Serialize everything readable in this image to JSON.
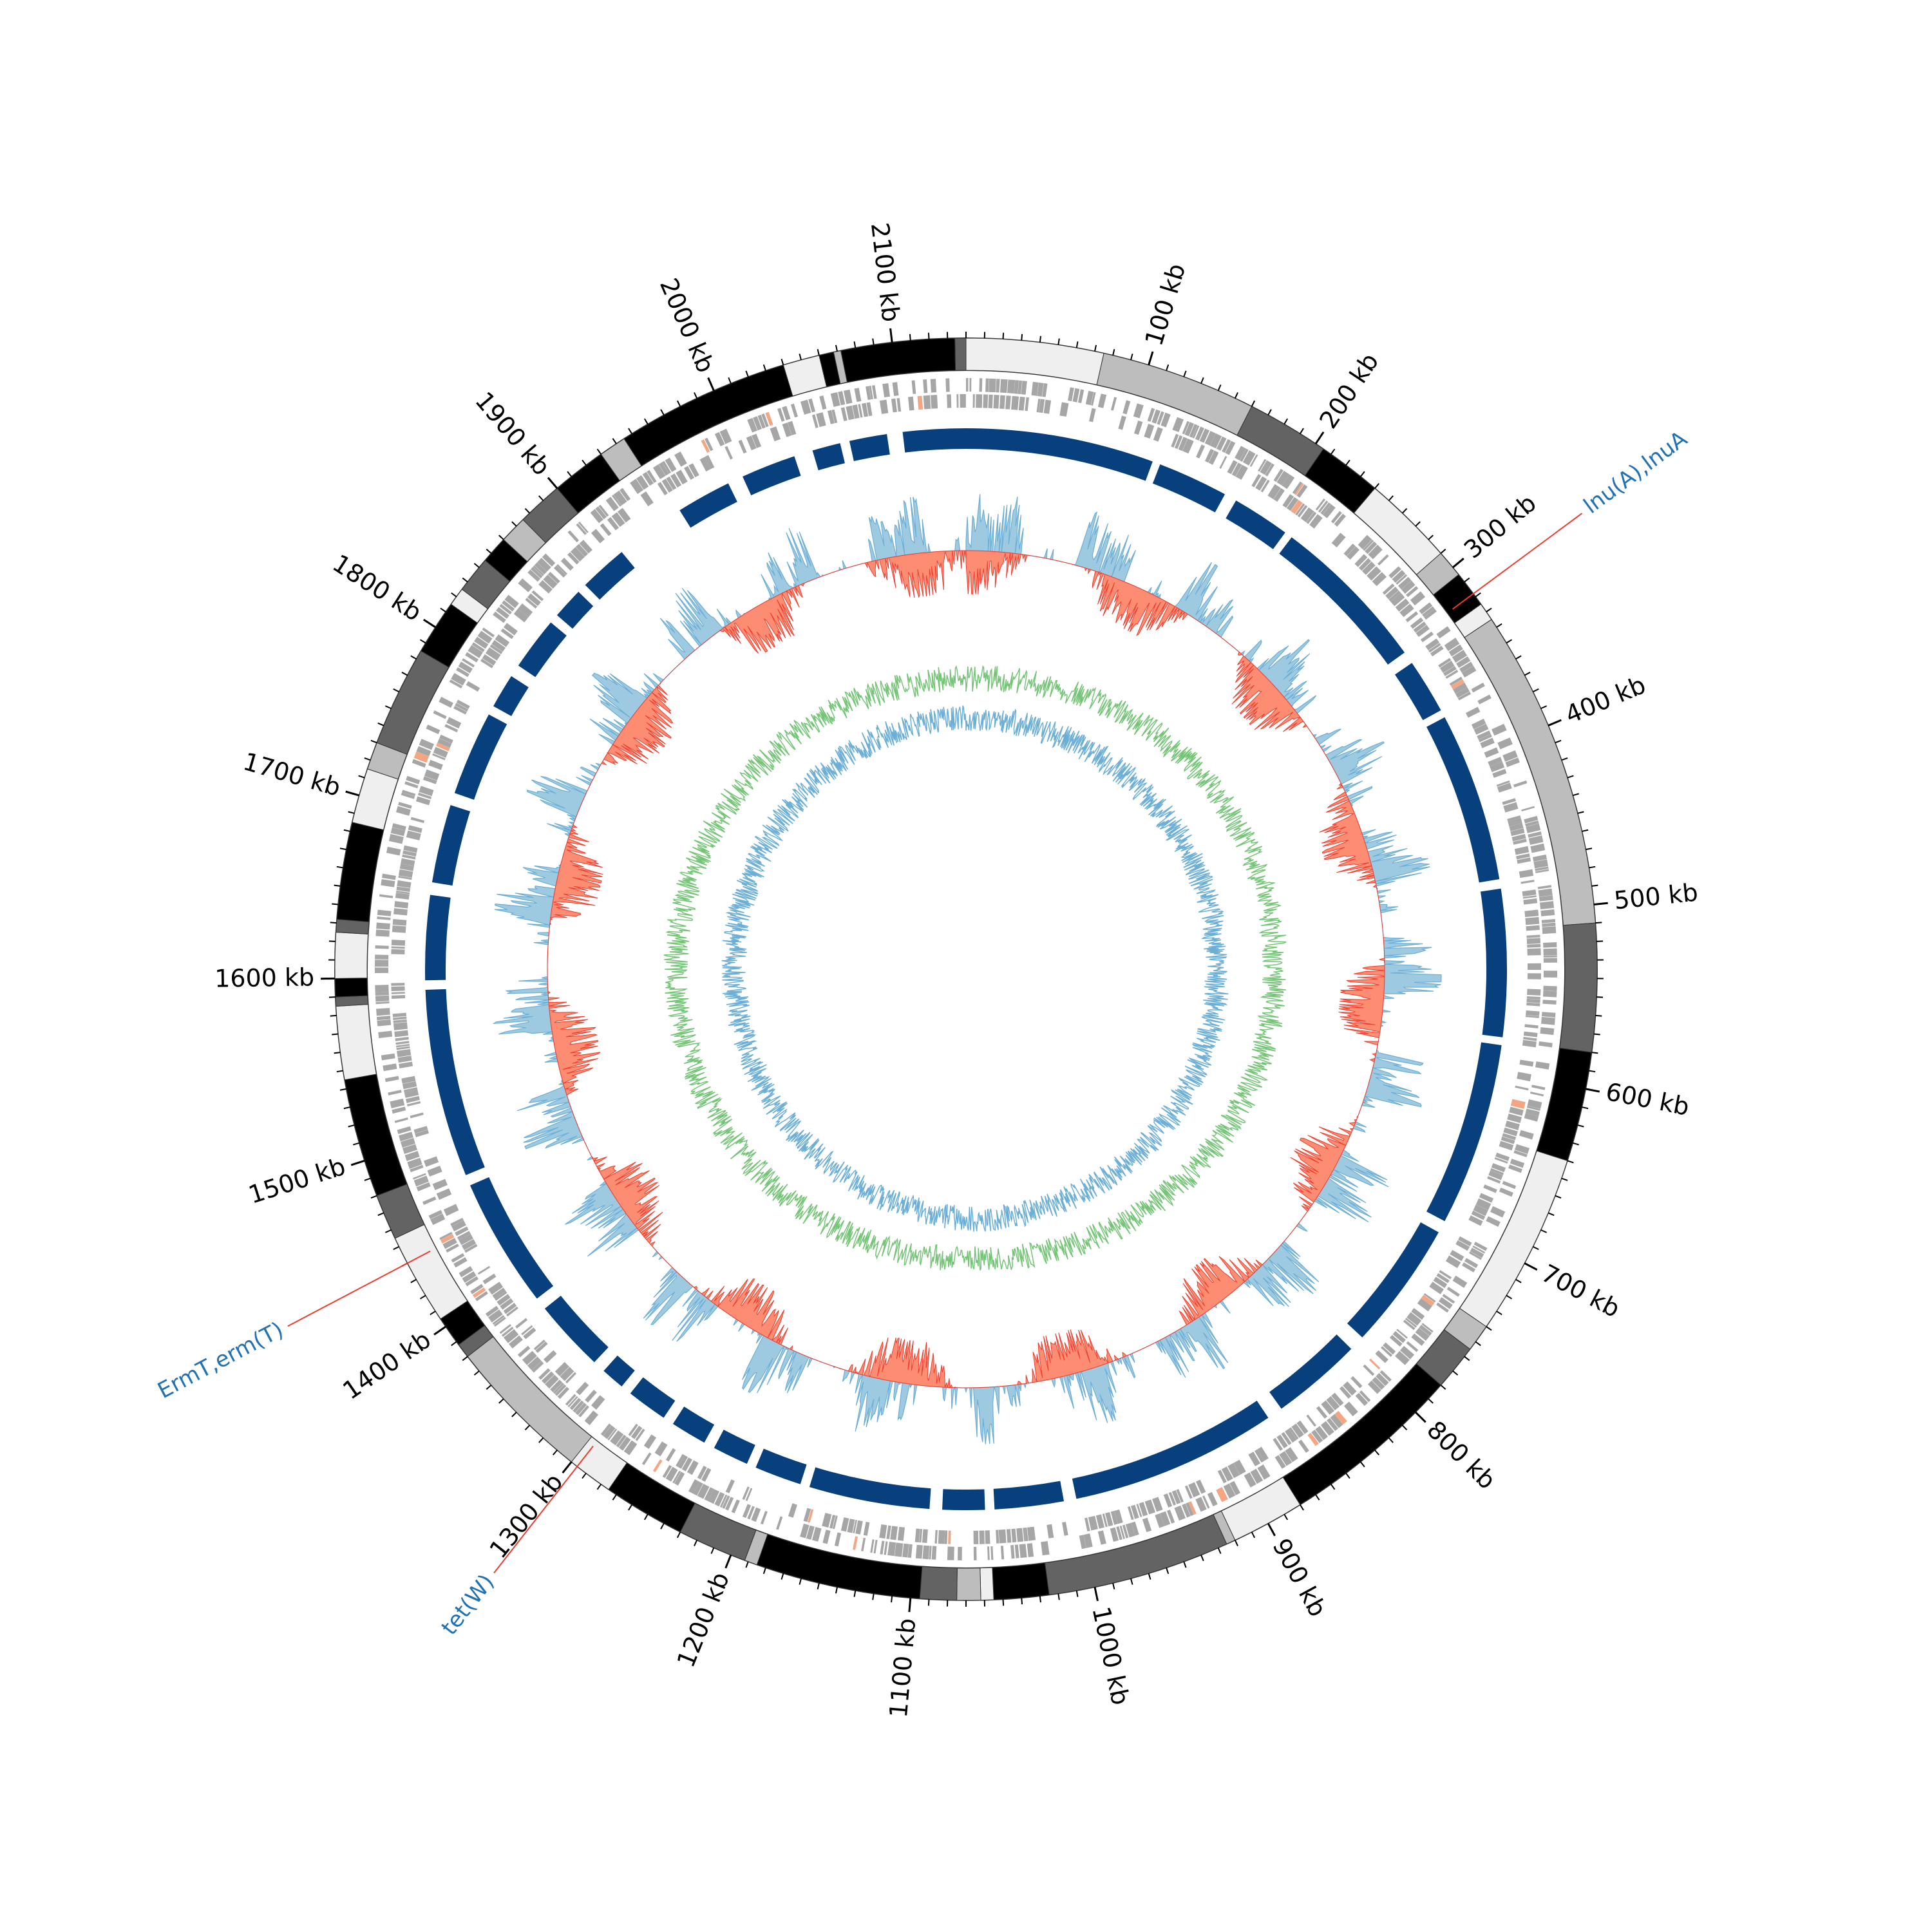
{
  "chart_data": {
    "type": "circular-genome-map",
    "genome_length_kb": 2140,
    "tick_labels": [
      {
        "kb": 100,
        "label": "100 kb"
      },
      {
        "kb": 200,
        "label": "200 kb"
      },
      {
        "kb": 300,
        "label": "300 kb"
      },
      {
        "kb": 400,
        "label": "400 kb"
      },
      {
        "kb": 500,
        "label": "500 kb"
      },
      {
        "kb": 600,
        "label": "600 kb"
      },
      {
        "kb": 700,
        "label": "700 kb"
      },
      {
        "kb": 800,
        "label": "800 kb"
      },
      {
        "kb": 900,
        "label": "900 kb"
      },
      {
        "kb": 1000,
        "label": "1000 kb"
      },
      {
        "kb": 1100,
        "label": "1100 kb"
      },
      {
        "kb": 1200,
        "label": "1200 kb"
      },
      {
        "kb": 1300,
        "label": "1300 kb"
      },
      {
        "kb": 1400,
        "label": "1400 kb"
      },
      {
        "kb": 1500,
        "label": "1500 kb"
      },
      {
        "kb": 1600,
        "label": "1600 kb"
      },
      {
        "kb": 1700,
        "label": "1700 kb"
      },
      {
        "kb": 1800,
        "label": "1800 kb"
      },
      {
        "kb": 1900,
        "label": "1900 kb"
      },
      {
        "kb": 2000,
        "label": "2000 kb"
      },
      {
        "kb": 2100,
        "label": "2100 kb"
      }
    ],
    "minor_tick_step_kb": 10,
    "contigs": [
      {
        "start": 0,
        "end": 75,
        "shade": "#efefef"
      },
      {
        "start": 75,
        "end": 160,
        "shade": "#bdbdbd"
      },
      {
        "start": 160,
        "end": 205,
        "shade": "#636363"
      },
      {
        "start": 205,
        "end": 240,
        "shade": "#000000"
      },
      {
        "start": 240,
        "end": 290,
        "shade": "#efefef"
      },
      {
        "start": 290,
        "end": 305,
        "shade": "#bdbdbd"
      },
      {
        "start": 305,
        "end": 325,
        "shade": "#000000"
      },
      {
        "start": 325,
        "end": 335,
        "shade": "#efefef"
      },
      {
        "start": 335,
        "end": 510,
        "shade": "#bdbdbd"
      },
      {
        "start": 510,
        "end": 580,
        "shade": "#636363"
      },
      {
        "start": 580,
        "end": 640,
        "shade": "#000000"
      },
      {
        "start": 640,
        "end": 740,
        "shade": "#efefef"
      },
      {
        "start": 740,
        "end": 755,
        "shade": "#bdbdbd"
      },
      {
        "start": 755,
        "end": 780,
        "shade": "#636363"
      },
      {
        "start": 780,
        "end": 880,
        "shade": "#000000"
      },
      {
        "start": 880,
        "end": 920,
        "shade": "#efefef"
      },
      {
        "start": 920,
        "end": 925,
        "shade": "#bdbdbd"
      },
      {
        "start": 925,
        "end": 1025,
        "shade": "#636363"
      },
      {
        "start": 1025,
        "end": 1055,
        "shade": "#000000"
      },
      {
        "start": 1055,
        "end": 1062,
        "shade": "#efefef"
      },
      {
        "start": 1062,
        "end": 1075,
        "shade": "#bdbdbd"
      },
      {
        "start": 1075,
        "end": 1095,
        "shade": "#636363"
      },
      {
        "start": 1095,
        "end": 1185,
        "shade": "#000000"
      },
      {
        "start": 1185,
        "end": 1192,
        "shade": "#bdbdbd"
      },
      {
        "start": 1192,
        "end": 1230,
        "shade": "#636363"
      },
      {
        "start": 1230,
        "end": 1275,
        "shade": "#000000"
      },
      {
        "start": 1275,
        "end": 1300,
        "shade": "#efefef"
      },
      {
        "start": 1300,
        "end": 1380,
        "shade": "#bdbdbd"
      },
      {
        "start": 1380,
        "end": 1388,
        "shade": "#636363"
      },
      {
        "start": 1388,
        "end": 1405,
        "shade": "#000000"
      },
      {
        "start": 1405,
        "end": 1455,
        "shade": "#efefef"
      },
      {
        "start": 1455,
        "end": 1480,
        "shade": "#636363"
      },
      {
        "start": 1480,
        "end": 1545,
        "shade": "#000000"
      },
      {
        "start": 1545,
        "end": 1585,
        "shade": "#efefef"
      },
      {
        "start": 1585,
        "end": 1590,
        "shade": "#636363"
      },
      {
        "start": 1590,
        "end": 1600,
        "shade": "#000000"
      },
      {
        "start": 1600,
        "end": 1625,
        "shade": "#efefef"
      },
      {
        "start": 1625,
        "end": 1632,
        "shade": "#636363"
      },
      {
        "start": 1632,
        "end": 1685,
        "shade": "#000000"
      },
      {
        "start": 1685,
        "end": 1715,
        "shade": "#efefef"
      },
      {
        "start": 1715,
        "end": 1730,
        "shade": "#bdbdbd"
      },
      {
        "start": 1730,
        "end": 1785,
        "shade": "#636363"
      },
      {
        "start": 1785,
        "end": 1815,
        "shade": "#000000"
      },
      {
        "start": 1815,
        "end": 1825,
        "shade": "#efefef"
      },
      {
        "start": 1825,
        "end": 1845,
        "shade": "#636363"
      },
      {
        "start": 1845,
        "end": 1860,
        "shade": "#000000"
      },
      {
        "start": 1860,
        "end": 1875,
        "shade": "#bdbdbd"
      },
      {
        "start": 1875,
        "end": 1900,
        "shade": "#636363"
      },
      {
        "start": 1900,
        "end": 1930,
        "shade": "#000000"
      },
      {
        "start": 1930,
        "end": 1945,
        "shade": "#bdbdbd"
      },
      {
        "start": 1945,
        "end": 2040,
        "shade": "#000000"
      },
      {
        "start": 2040,
        "end": 2060,
        "shade": "#efefef"
      },
      {
        "start": 2060,
        "end": 2068,
        "shade": "#000000"
      },
      {
        "start": 2068,
        "end": 2072,
        "shade": "#bdbdbd"
      },
      {
        "start": 2072,
        "end": 2134,
        "shade": "#000000"
      },
      {
        "start": 2134,
        "end": 2140,
        "shade": "#636363"
      }
    ],
    "homology_blocks": [
      {
        "start": 0,
        "end": 120
      },
      {
        "start": 125,
        "end": 170
      },
      {
        "start": 178,
        "end": 215
      },
      {
        "start": 220,
        "end": 322
      },
      {
        "start": 330,
        "end": 365
      },
      {
        "start": 370,
        "end": 478
      },
      {
        "start": 484,
        "end": 578
      },
      {
        "start": 583,
        "end": 700
      },
      {
        "start": 708,
        "end": 790
      },
      {
        "start": 800,
        "end": 858
      },
      {
        "start": 868,
        "end": 1000
      },
      {
        "start": 1008,
        "end": 1052
      },
      {
        "start": 1058,
        "end": 1085
      },
      {
        "start": 1093,
        "end": 1170
      },
      {
        "start": 1176,
        "end": 1206
      },
      {
        "start": 1212,
        "end": 1235
      },
      {
        "start": 1242,
        "end": 1265
      },
      {
        "start": 1272,
        "end": 1298
      },
      {
        "start": 1305,
        "end": 1320
      },
      {
        "start": 1328,
        "end": 1374
      },
      {
        "start": 1382,
        "end": 1465
      },
      {
        "start": 1472,
        "end": 1592
      },
      {
        "start": 1598,
        "end": 1652
      },
      {
        "start": 1660,
        "end": 1710
      },
      {
        "start": 1718,
        "end": 1772
      },
      {
        "start": 1778,
        "end": 1800
      },
      {
        "start": 1808,
        "end": 1842
      },
      {
        "start": 1848,
        "end": 1868
      },
      {
        "start": 1874,
        "end": 1905
      },
      {
        "start": 1950,
        "end": 1985
      },
      {
        "start": 1995,
        "end": 2030
      },
      {
        "start": 2042,
        "end": 2060
      },
      {
        "start": 2066,
        "end": 2090
      },
      {
        "start": 2100,
        "end": 2140
      }
    ],
    "resistance_genes": [
      {
        "kb": 318,
        "label": "lnu(A),lnuA",
        "color": "#2171b5"
      },
      {
        "kb": 1296,
        "label": "tet(W)",
        "color": "#2171b5"
      },
      {
        "kb": 1440,
        "label": "ErmT,erm(T)",
        "color": "#2171b5"
      }
    ],
    "colors": {
      "gene_forward": "#a6a6a6",
      "gene_highlight": "#f4a582",
      "homology": "#08407e",
      "gc_above": "#9ecae1",
      "gc_above_line": "#6baed6",
      "gc_below": "#fc8d72",
      "gc_below_line": "#ef3b2c",
      "skew_positive": "#74c476",
      "skew_negative": "#6baed6",
      "label_line": "#ef3b2c"
    }
  }
}
